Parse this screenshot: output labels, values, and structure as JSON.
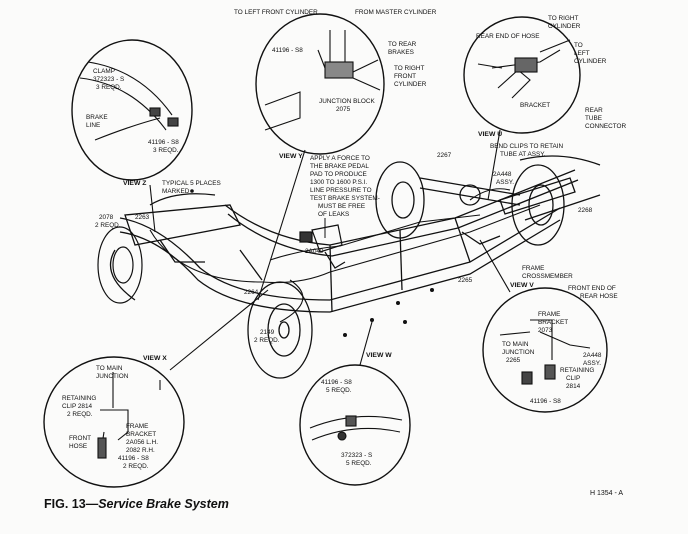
{
  "caption": {
    "figure_label": "FIG. 13",
    "dash": "—",
    "title": "Service Brake System",
    "reference": "H 1354 - A"
  },
  "views": {
    "y": "VIEW Y",
    "u": "VIEW U",
    "z": "VIEW Z",
    "x": "VIEW X",
    "w": "VIEW W",
    "v": "VIEW V"
  },
  "view_y_labels": {
    "to_left_front_cylinder": "TO LEFT FRONT CYLINDER",
    "from_master_cylinder": "FROM MASTER CYLINDER",
    "part_41196": "41196 - S8",
    "to_rear_brakes_1": "TO REAR",
    "to_rear_brakes_2": "BRAKES",
    "to_right_front_1": "TO RIGHT",
    "to_right_front_2": "FRONT",
    "to_right_front_3": "CYLINDER",
    "junction_block_1": "JUNCTION BLOCK",
    "junction_block_2": "2075"
  },
  "view_u_labels": {
    "to_right_cylinder_1": "TO RIGHT",
    "to_right_cylinder_2": "CYLINDER",
    "rear_end_of_hose": "REAR END OF HOSE",
    "to_left_1": "TO",
    "to_left_2": "LEFT",
    "to_left_3": "CYLINDER",
    "bracket": "BRACKET",
    "rear_tube_1": "REAR",
    "rear_tube_2": "TUBE",
    "rear_tube_3": "CONNECTOR"
  },
  "view_z_labels": {
    "clamp_1": "CLAMP",
    "clamp_2": "372323 - S",
    "clamp_3": "3 REQD.",
    "brake_line_1": "BRAKE",
    "brake_line_2": "LINE",
    "part_41196_1": "41196 - S8",
    "part_41196_2": "3 REQD."
  },
  "view_x_labels": {
    "to_main_1": "TO MAIN",
    "to_main_2": "JUNCTION",
    "clip_1": "RETAINING",
    "clip_2": "CLIP  2814",
    "clip_3": "2 REQD.",
    "frame_bracket_1": "FRAME",
    "frame_bracket_2": "BRACKET",
    "frame_bracket_3": "2A056 L.H.",
    "frame_bracket_4": "2082 R.H.",
    "front_hose_1": "FRONT",
    "front_hose_2": "HOSE",
    "part_41196_1": "41196 - S8",
    "part_41196_2": "2 REQD."
  },
  "view_w_labels": {
    "part_41196_1": "41196 - S8",
    "part_41196_2": "5 REQD.",
    "part_372323_1": "372323 - S",
    "part_372323_2": "5 REQD."
  },
  "view_v_labels": {
    "frame_crossmember": "FRAME",
    "frame_crossmember_2": "CROSSMEMBER",
    "front_end_rear_hose_1": "FRONT END OF",
    "front_end_rear_hose_2": "REAR HOSE",
    "frame_bracket_1": "FRAME",
    "frame_bracket_2": "BRACKET",
    "frame_bracket_3": "2073",
    "to_main_1": "TO MAIN",
    "to_main_2": "JUNCTION",
    "to_main_3": "2265",
    "part_2a448": "2A448",
    "part_2a448_2": "ASSY.",
    "clip_1": "RETAINING",
    "clip_2": "CLIP",
    "clip_3": "2814",
    "part_41196": "41196 - S8"
  },
  "callouts": {
    "pedal_1": "APPLY A FORCE TO",
    "pedal_2": "THE BRAKE PEDAL",
    "pedal_3": "PAD TO PRODUCE",
    "pedal_4": "1300 TO 1600 P.S.I.",
    "pedal_5": "LINE PRESSURE TO",
    "pedal_6": "TEST BRAKE SYSTEM-",
    "pedal_7": "MUST BE FREE",
    "pedal_8": "OF LEAKS",
    "typical_1": "TYPICAL 5 PLACES",
    "typical_2": "MARKED",
    "bend_1": "BEND CLIPS TO RETAIN",
    "bend_2": "TUBE AT ASSY.",
    "p2267": "2267",
    "p2a448_1": "2A448",
    "p2a448_2": "ASSY.",
    "p2268": "2268",
    "p2078_1": "2078",
    "p2078_2": "2 REQD.",
    "p2263": "2263",
    "p2a040": "2A040",
    "p2264": "2264",
    "p2265": "2265",
    "p2149_1": "2149",
    "p2149_2": "2 REQD."
  }
}
